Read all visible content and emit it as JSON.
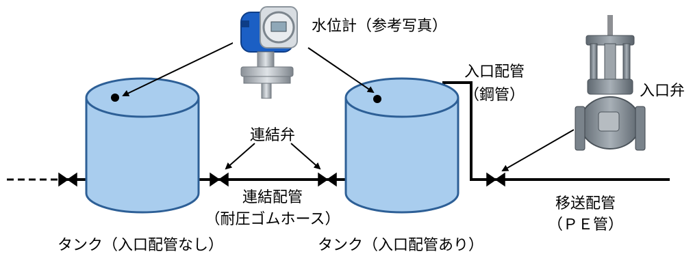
{
  "labels": {
    "water_level_meter": "水位計（参考写真）",
    "inlet_pipe_line1": "入口配管",
    "inlet_pipe_line2": "（鋼管）",
    "inlet_valve": "入口弁",
    "connecting_valve": "連結弁",
    "connecting_pipe_line1": "連結配管",
    "connecting_pipe_line2": "（耐圧ゴムホース）",
    "transfer_pipe_line1": "移送配管",
    "transfer_pipe_line2": "（ＰＥ管）",
    "tank_left": "タンク（入口配管なし）",
    "tank_right": "タンク（入口配管あり）"
  },
  "colors": {
    "tank_fill": "#a9cdee",
    "tank_stroke": "#2d5f96",
    "line": "#000000"
  },
  "icons": {
    "meter_photo": "level-transmitter-photo",
    "valve_photo": "gate-valve-photo",
    "valve_symbol": "bowtie-valve"
  }
}
